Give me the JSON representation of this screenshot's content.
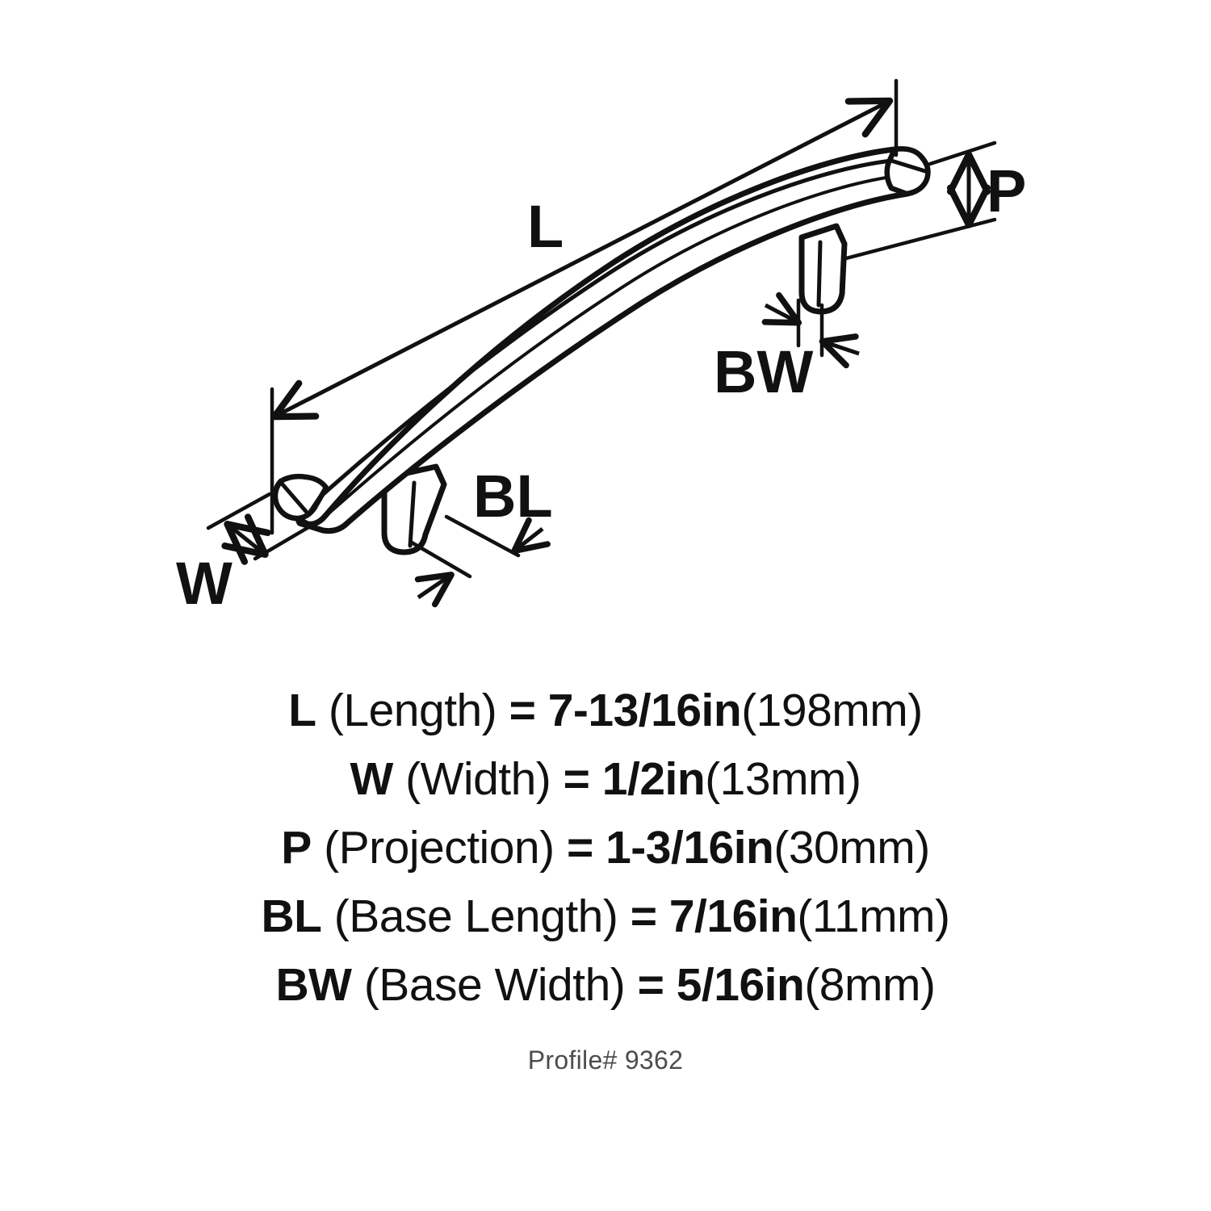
{
  "product": {
    "type": "cabinet-pull-handle",
    "profile_label": "Profile# 9362"
  },
  "diagram": {
    "labels": {
      "length": "L",
      "width": "W",
      "projection": "P",
      "base_length": "BL",
      "base_width": "BW"
    }
  },
  "specs": [
    {
      "symbol": "L",
      "name": "(Length)",
      "equals": "=",
      "value": "7-13/16in",
      "metric": "(198mm)"
    },
    {
      "symbol": "W",
      "name": "(Width)",
      "equals": "=",
      "value": "1/2in",
      "metric": "(13mm)"
    },
    {
      "symbol": "P",
      "name": "(Projection)",
      "equals": "=",
      "value": "1-3/16in",
      "metric": "(30mm)"
    },
    {
      "symbol": "BL",
      "name": "(Base Length)",
      "equals": "=",
      "value": "7/16in",
      "metric": "(11mm)"
    },
    {
      "symbol": "BW",
      "name": "(Base Width)",
      "equals": "=",
      "value": "5/16in",
      "metric": "(8mm)"
    }
  ],
  "colors": {
    "ink": "#111111",
    "background": "#ffffff",
    "caption": "#4d4d4d"
  }
}
